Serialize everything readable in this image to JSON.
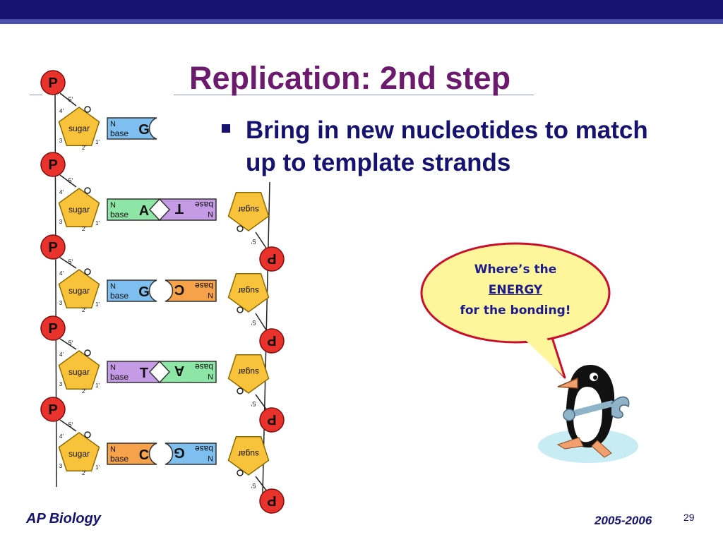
{
  "slide": {
    "title": "Replication: 2nd step",
    "bullet": "Bring in new nucleotides to match up to template strands",
    "footer_left": "AP Biology",
    "footer_year": "2005-2006",
    "page_number": "29"
  },
  "speech_bubble": {
    "line1": "Where’s the",
    "line2": "ENERGY",
    "line3": "for the bonding!"
  },
  "labels": {
    "phosphate": "P",
    "sugar": "sugar",
    "n": "N",
    "base": "base",
    "oxygen": "O",
    "carbon5": "5'",
    "carbon3": "3'",
    "c1": "1'",
    "c2": "2'",
    "c3": "3",
    "c4": "4'"
  },
  "left_bases": [
    "G",
    "A",
    "G",
    "T",
    "C"
  ],
  "right_bases": [
    "",
    "T",
    "C",
    "A",
    "G"
  ],
  "colors": {
    "G": "#7fbff0",
    "A": "#8ee6a6",
    "T": "#c59be6",
    "C": "#f5a24a",
    "phosphate": "#e8322b",
    "sugar": "#f8c23a",
    "title": "#6b1a6e",
    "navy": "#15136f"
  }
}
